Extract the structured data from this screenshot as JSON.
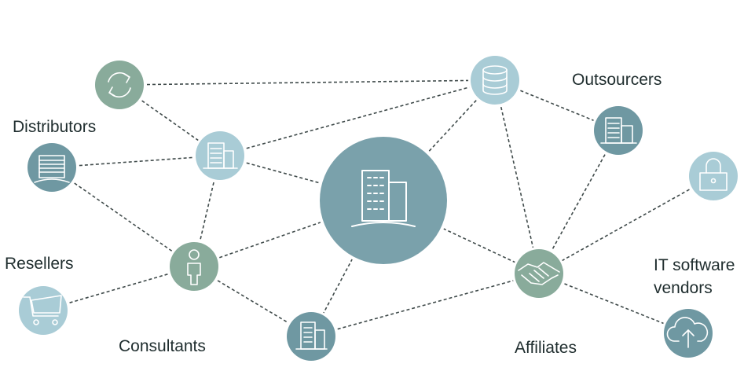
{
  "labels": {
    "distributors": "Distributors",
    "resellers": "Resellers",
    "consultants": "Consultants",
    "outsourcers": "Outsourcers",
    "affiliates": "Affiliates",
    "it_software_vendors_line1": "IT software",
    "it_software_vendors_line2": "vendors"
  },
  "colors": {
    "sage_green": "#89ab9b",
    "steel_blue": "#6f98a2",
    "pale_blue": "#a9ccd6",
    "center_blue": "#7aa1ab",
    "edge": "#3f4a4a"
  },
  "nodes": [
    {
      "id": "sync",
      "icon": "sync-icon",
      "color": "sage_green"
    },
    {
      "id": "database",
      "icon": "database-icon",
      "color": "pale_blue"
    },
    {
      "id": "outsourcers",
      "icon": "buildings-icon",
      "color": "steel_blue"
    },
    {
      "id": "hub",
      "icon": "building-icon",
      "color": "pale_blue"
    },
    {
      "id": "distributors",
      "icon": "warehouse-icon",
      "color": "steel_blue"
    },
    {
      "id": "headquarters",
      "icon": "office-building-icon",
      "color": "center_blue"
    },
    {
      "id": "lock",
      "icon": "lock-icon",
      "color": "pale_blue"
    },
    {
      "id": "consultants",
      "icon": "person-icon",
      "color": "sage_green"
    },
    {
      "id": "affiliates",
      "icon": "handshake-icon",
      "color": "sage_green"
    },
    {
      "id": "resellers",
      "icon": "cart-icon",
      "color": "pale_blue"
    },
    {
      "id": "branch",
      "icon": "office-icon",
      "color": "steel_blue"
    },
    {
      "id": "it_software_vendors",
      "icon": "cloud-upload-icon",
      "color": "steel_blue"
    }
  ]
}
